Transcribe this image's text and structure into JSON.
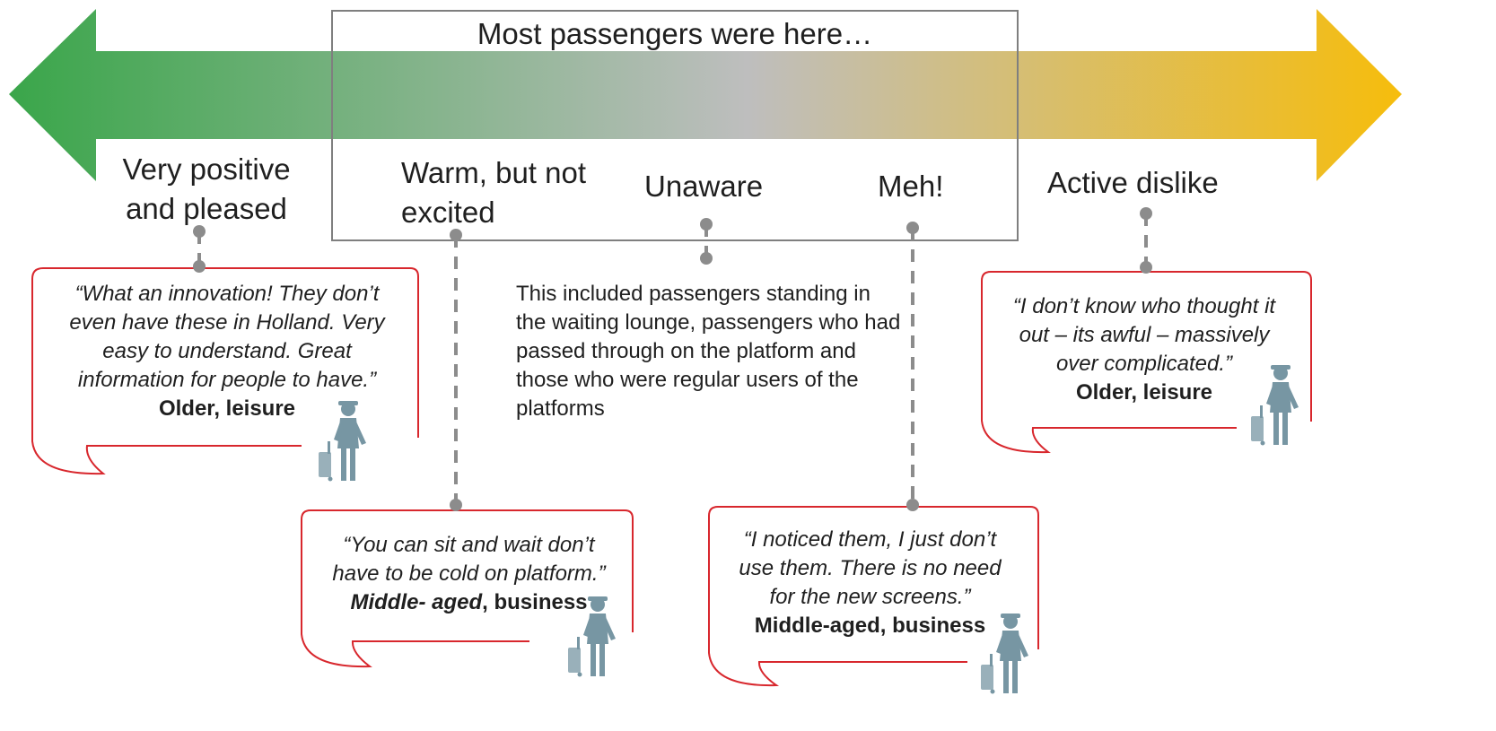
{
  "colors": {
    "positive": "#3aa64a",
    "neutral": "#bebebe",
    "negative": "#f6bd0c",
    "bubble_border": "#d8272d",
    "connector": "#8c8c8c",
    "person": "#7796a3"
  },
  "box_title": "Most passengers were here…",
  "scale_labels": {
    "very_positive_1": "Very positive",
    "very_positive_2": "and pleased",
    "warm_1": "Warm, but not",
    "warm_2": "excited",
    "unaware": "Unaware",
    "meh": "Meh!",
    "dislike": "Active dislike"
  },
  "note": "This included passengers standing in the waiting lounge, passengers who had passed through on the platform and those who were regular users of the platforms",
  "quotes": {
    "positive": {
      "lines": [
        "“What an innovation!  They don’t",
        "even have these in Holland.  Very",
        "easy to understand. Great",
        "information for people to have.”"
      ],
      "who": "Older, leisure"
    },
    "warm": {
      "lines": [
        "“You can sit and wait don’t",
        "have to be cold on platform.”"
      ],
      "who_em": "Middle- aged",
      "who_rest": ", business"
    },
    "meh": {
      "lines": [
        "“I noticed them, I just don’t",
        "use them.  There is no need",
        "for the new screens.”"
      ],
      "who": "Middle-aged, business"
    },
    "dislike": {
      "lines": [
        "“I don’t know who thought it",
        "out – its awful – massively",
        "over complicated.”"
      ],
      "who": "Older, leisure"
    }
  }
}
